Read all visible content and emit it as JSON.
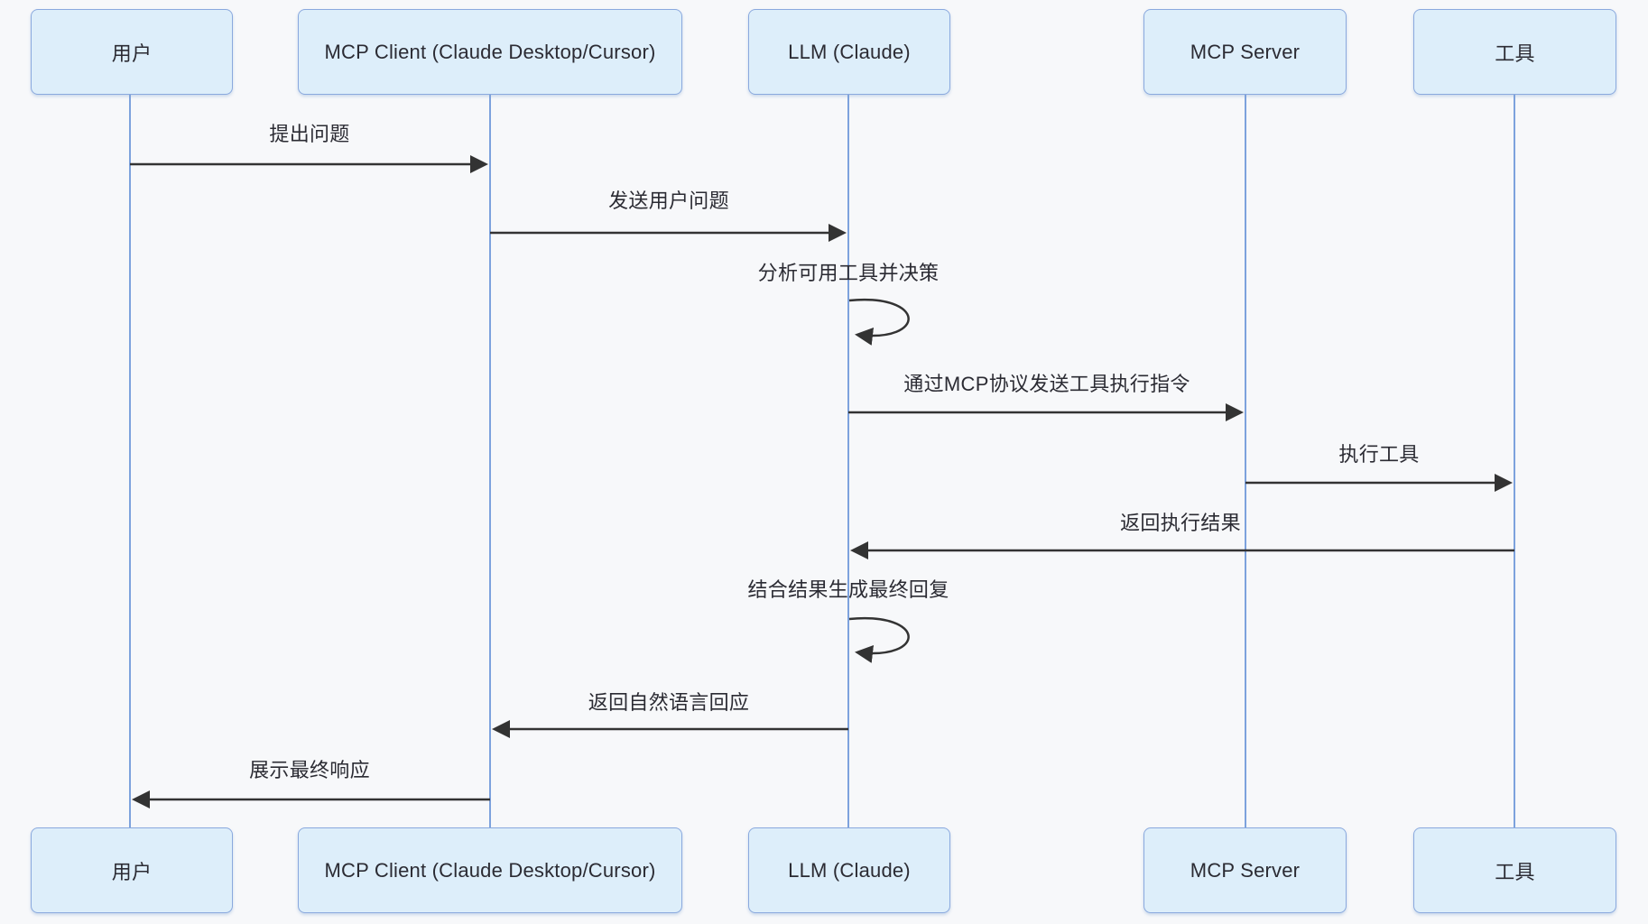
{
  "diagram": {
    "type": "sequence-diagram",
    "topic": "MCP tool-use flow",
    "actors": [
      {
        "id": "user",
        "label": "用户"
      },
      {
        "id": "mcp-client",
        "label": "MCP Client (Claude Desktop/Cursor)"
      },
      {
        "id": "llm",
        "label": "LLM (Claude)"
      },
      {
        "id": "mcp-server",
        "label": "MCP Server"
      },
      {
        "id": "tools",
        "label": "工具"
      }
    ],
    "messages": [
      {
        "from": "用户",
        "to": "MCP Client (Claude Desktop/Cursor)",
        "label": "提出问题",
        "kind": "solid-arrow"
      },
      {
        "from": "MCP Client (Claude Desktop/Cursor)",
        "to": "LLM (Claude)",
        "label": "发送用户问题",
        "kind": "solid-arrow"
      },
      {
        "from": "LLM (Claude)",
        "to": "LLM (Claude)",
        "label": "分析可用工具并决策",
        "kind": "self-loop"
      },
      {
        "from": "LLM (Claude)",
        "to": "MCP Server",
        "label": "通过MCP协议发送工具执行指令",
        "kind": "solid-arrow"
      },
      {
        "from": "MCP Server",
        "to": "工具",
        "label": "执行工具",
        "kind": "solid-arrow"
      },
      {
        "from": "工具",
        "to": "LLM (Claude)",
        "label": "返回执行结果",
        "kind": "solid-arrow"
      },
      {
        "from": "LLM (Claude)",
        "to": "LLM (Claude)",
        "label": "结合结果生成最终回复",
        "kind": "self-loop"
      },
      {
        "from": "LLM (Claude)",
        "to": "MCP Client (Claude Desktop/Cursor)",
        "label": "返回自然语言回应",
        "kind": "solid-arrow"
      },
      {
        "from": "MCP Client (Claude Desktop/Cursor)",
        "to": "用户",
        "label": "展示最终响应",
        "kind": "solid-arrow"
      }
    ],
    "theme": {
      "background": "#f7f8fa",
      "actor_fill": "#ddeefa",
      "actor_border": "#8aa9de",
      "lifeline_color": "#7da2dd",
      "arrow_color": "#333333",
      "text_color": "#2b2b33"
    }
  }
}
